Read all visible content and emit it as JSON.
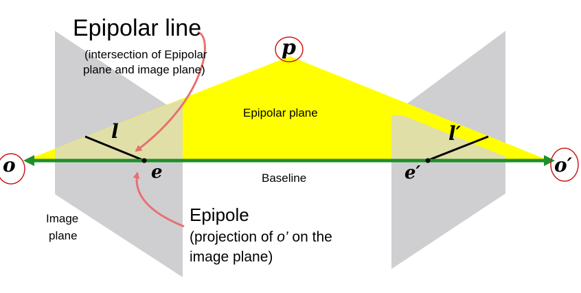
{
  "labels": {
    "point": "p",
    "camera_center_left": "o",
    "camera_center_right": "o′",
    "epipole_left": "e",
    "epipole_right": "e′",
    "epipolar_line_left": "l",
    "epipolar_line_right": "l′"
  },
  "annotations": {
    "epipolar_line_title": "Epipolar line",
    "epipolar_line_desc_1": "(intersection of Epipolar",
    "epipolar_line_desc_2": "plane and image plane)",
    "epipolar_plane": "Epipolar plane",
    "baseline": "Baseline",
    "image_plane_1": "Image",
    "image_plane_2": "plane",
    "epipole_title": "Epipole",
    "epipole_desc_1_pre": "(projection of ",
    "epipole_desc_1_var": "o’",
    "epipole_desc_1_post": " on the",
    "epipole_desc_2": "image plane)"
  },
  "colors": {
    "plane_gray": "#cfcfd2",
    "epipolar_plane_yellow": "#ffff00",
    "overlap_tint": "#e0dfa8",
    "baseline_green": "#1f8f2a",
    "annotation_red": "#e87070",
    "circle_red": "#d01818"
  }
}
